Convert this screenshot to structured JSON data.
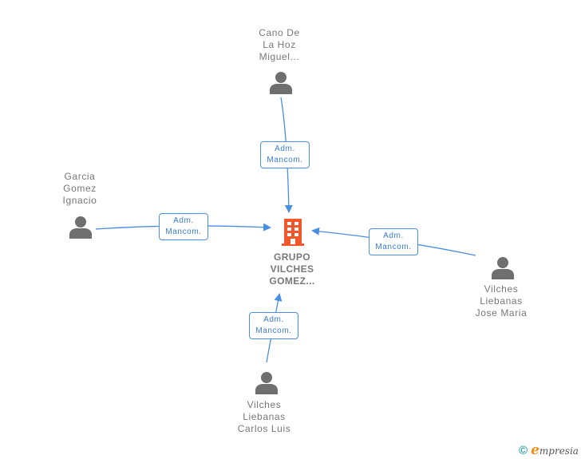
{
  "diagram": {
    "center": {
      "name_lines": [
        "GRUPO",
        "VILCHES",
        "GOMEZ..."
      ],
      "icon": "building-icon",
      "color": "#f2572c"
    },
    "persons": [
      {
        "id": "cano",
        "name_lines": [
          "Cano De",
          "La Hoz",
          "Miguel..."
        ],
        "icon": "person-icon",
        "relation_lines": [
          "Adm.",
          "Mancom."
        ]
      },
      {
        "id": "garcia",
        "name_lines": [
          "Garcia",
          "Gomez",
          "Ignacio"
        ],
        "icon": "person-icon",
        "relation_lines": [
          "Adm.",
          "Mancom."
        ]
      },
      {
        "id": "jose",
        "name_lines": [
          "Vilches",
          "Liebanas",
          "Jose Maria"
        ],
        "icon": "person-icon",
        "relation_lines": [
          "Adm.",
          "Mancom."
        ]
      },
      {
        "id": "carlos",
        "name_lines": [
          "Vilches",
          "Liebanas",
          "Carlos Luis"
        ],
        "icon": "person-icon",
        "relation_lines": [
          "Adm.",
          "Mancom."
        ]
      }
    ],
    "colors": {
      "edge": "#4a8ee0",
      "person": "#6f6f6f",
      "label": "#777777"
    }
  },
  "footer": {
    "copyright_symbol": "©",
    "brand_initial": "e",
    "brand_rest": "mpresia"
  }
}
